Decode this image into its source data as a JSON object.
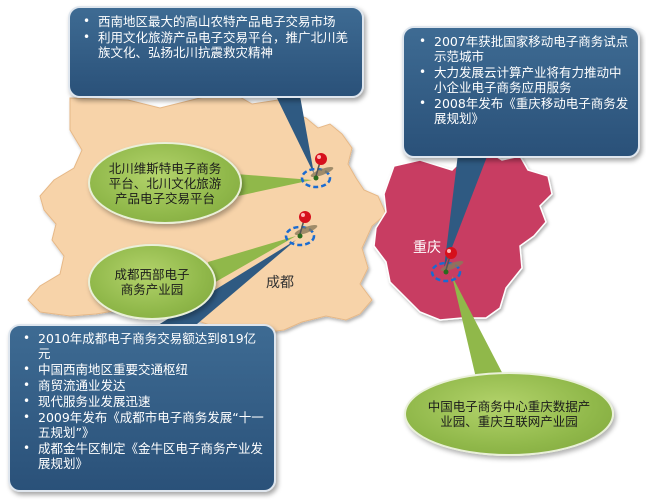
{
  "colors": {
    "sichuan_region": "#f7d3a9",
    "chongqing_region": "#c83e62",
    "callout_box": "#2f5a82",
    "bubble_green": "#90b84a",
    "pin_red": "#d6101c",
    "target_ring": "#1a6bd1"
  },
  "callouts": {
    "top": {
      "items": [
        "西南地区最大的高山农特产品电子交易市场",
        "利用文化旅游产品电子交易平台，推广北川羌族文化、弘扬北川抗震救灾精神"
      ]
    },
    "right": {
      "items": [
        "2007年获批国家移动电子商务试点示范城市",
        "大力发展云计算产业将有力推动中小企业电子商务应用服务",
        "2008年发布《重庆移动电子商务发展规划》"
      ]
    },
    "left": {
      "items": [
        "2010年成都电子商务交易额达到819亿元",
        "中国西南地区重要交通枢纽",
        "商贸流通业发达",
        "现代服务业发展迅速",
        "2009年发布《成都市电子商务发展“十一五规划”》",
        "成都金牛区制定《金牛区电子商务产业发展规划》"
      ]
    }
  },
  "bubbles": {
    "beichuan": "北川维斯特电子商务平台、北川文化旅游产品电子交易平台",
    "chengdu": "成都西部电子商务产业园",
    "chongqing": "中国电子商务中心重庆数据产业园、重庆互联网产业园"
  },
  "cities": {
    "chengdu": "成都",
    "chongqing": "重庆"
  },
  "bullet_glyph": "•"
}
